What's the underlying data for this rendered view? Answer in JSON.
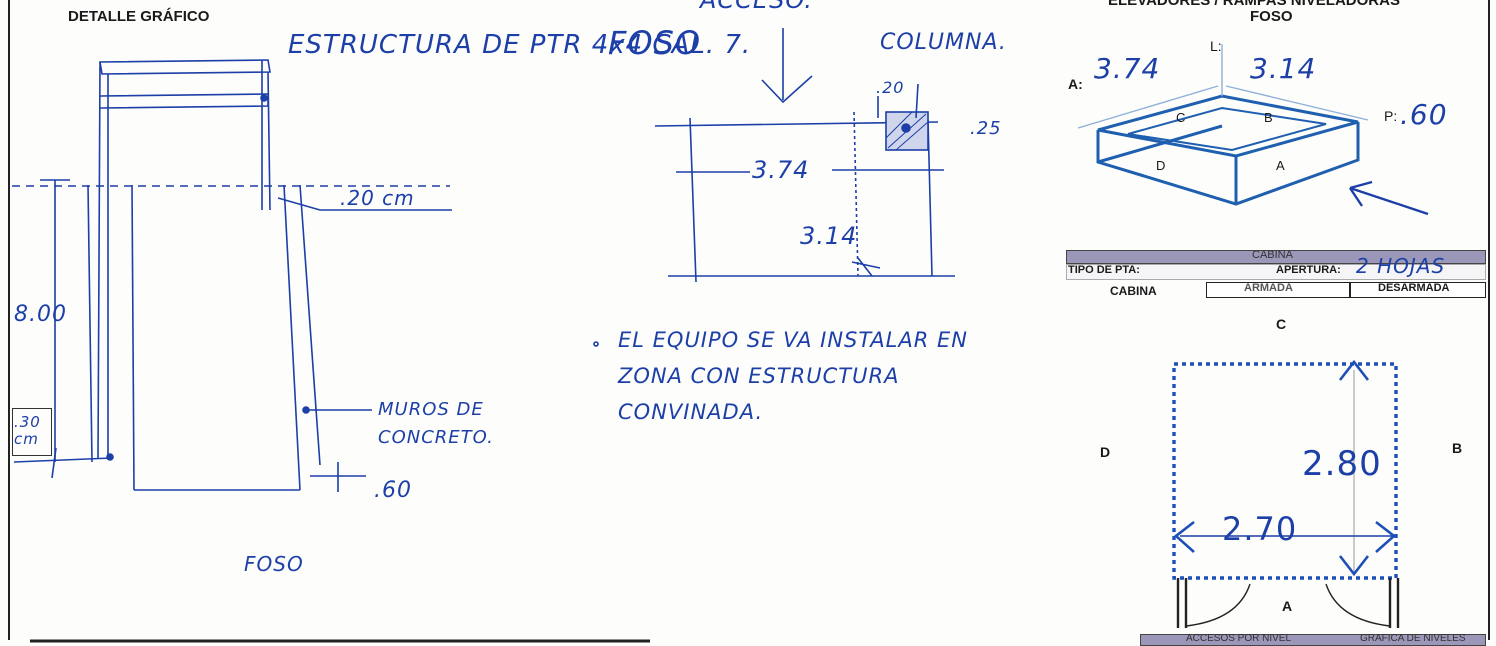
{
  "form": {
    "detail_title": "DETALLE GRÁFICO",
    "header_line1": "ELEVADORES / RAMPAS NIVELADORAS",
    "header_line2": "FOSO",
    "cabina_band": "CABINA",
    "tipo_pta_label": "TIPO DE PTA:",
    "tipo_pta_value": "CABINA",
    "apertura_label": "APERTURA:",
    "apertura_value": "2 HOJAS",
    "armada": "ARMADA",
    "desarmada": "DESARMADA",
    "footer_left": "ACCESOS POR NIVEL",
    "footer_right": "GRAFICA DE NIVELES"
  },
  "side_section": {
    "note": "ESTRUCTURA DE PTR 4x4 CAL. 7.",
    "beam_dim": ".20 cm",
    "height_dim": "8.00",
    "base_dim": ".30 cm",
    "walls_note": "MUROS DE CONCRETO.",
    "depth_dim": ".60",
    "caption": "FOSO"
  },
  "plan": {
    "access_label": "ACCESO.",
    "title": "FOSO",
    "column_label": "COLUMNA.",
    "column_w": ".20",
    "column_h": ".25",
    "width_dim": "3.74",
    "length_dim": "3.14",
    "note": "EL EQUIPO SE VA INSTALAR EN ZONA CON ESTRUCTURA CONVINADA."
  },
  "iso": {
    "a_label": "A:",
    "a_value": "3.74",
    "l_label": "L:",
    "l_value": "3.14",
    "p_label": "P:",
    "p_value": ".60",
    "faces": [
      "C",
      "B",
      "D",
      "A"
    ]
  },
  "cabin_plan": {
    "side_c": "C",
    "side_d": "D",
    "side_b": "B",
    "side_a": "A",
    "depth_dim": "2.80",
    "width_dim": "2.70"
  },
  "colors": {
    "ink": "#1c3fa8",
    "print": "#1a1a1a",
    "band": "#9a97b8",
    "iso_line": "#1f5fb0"
  }
}
